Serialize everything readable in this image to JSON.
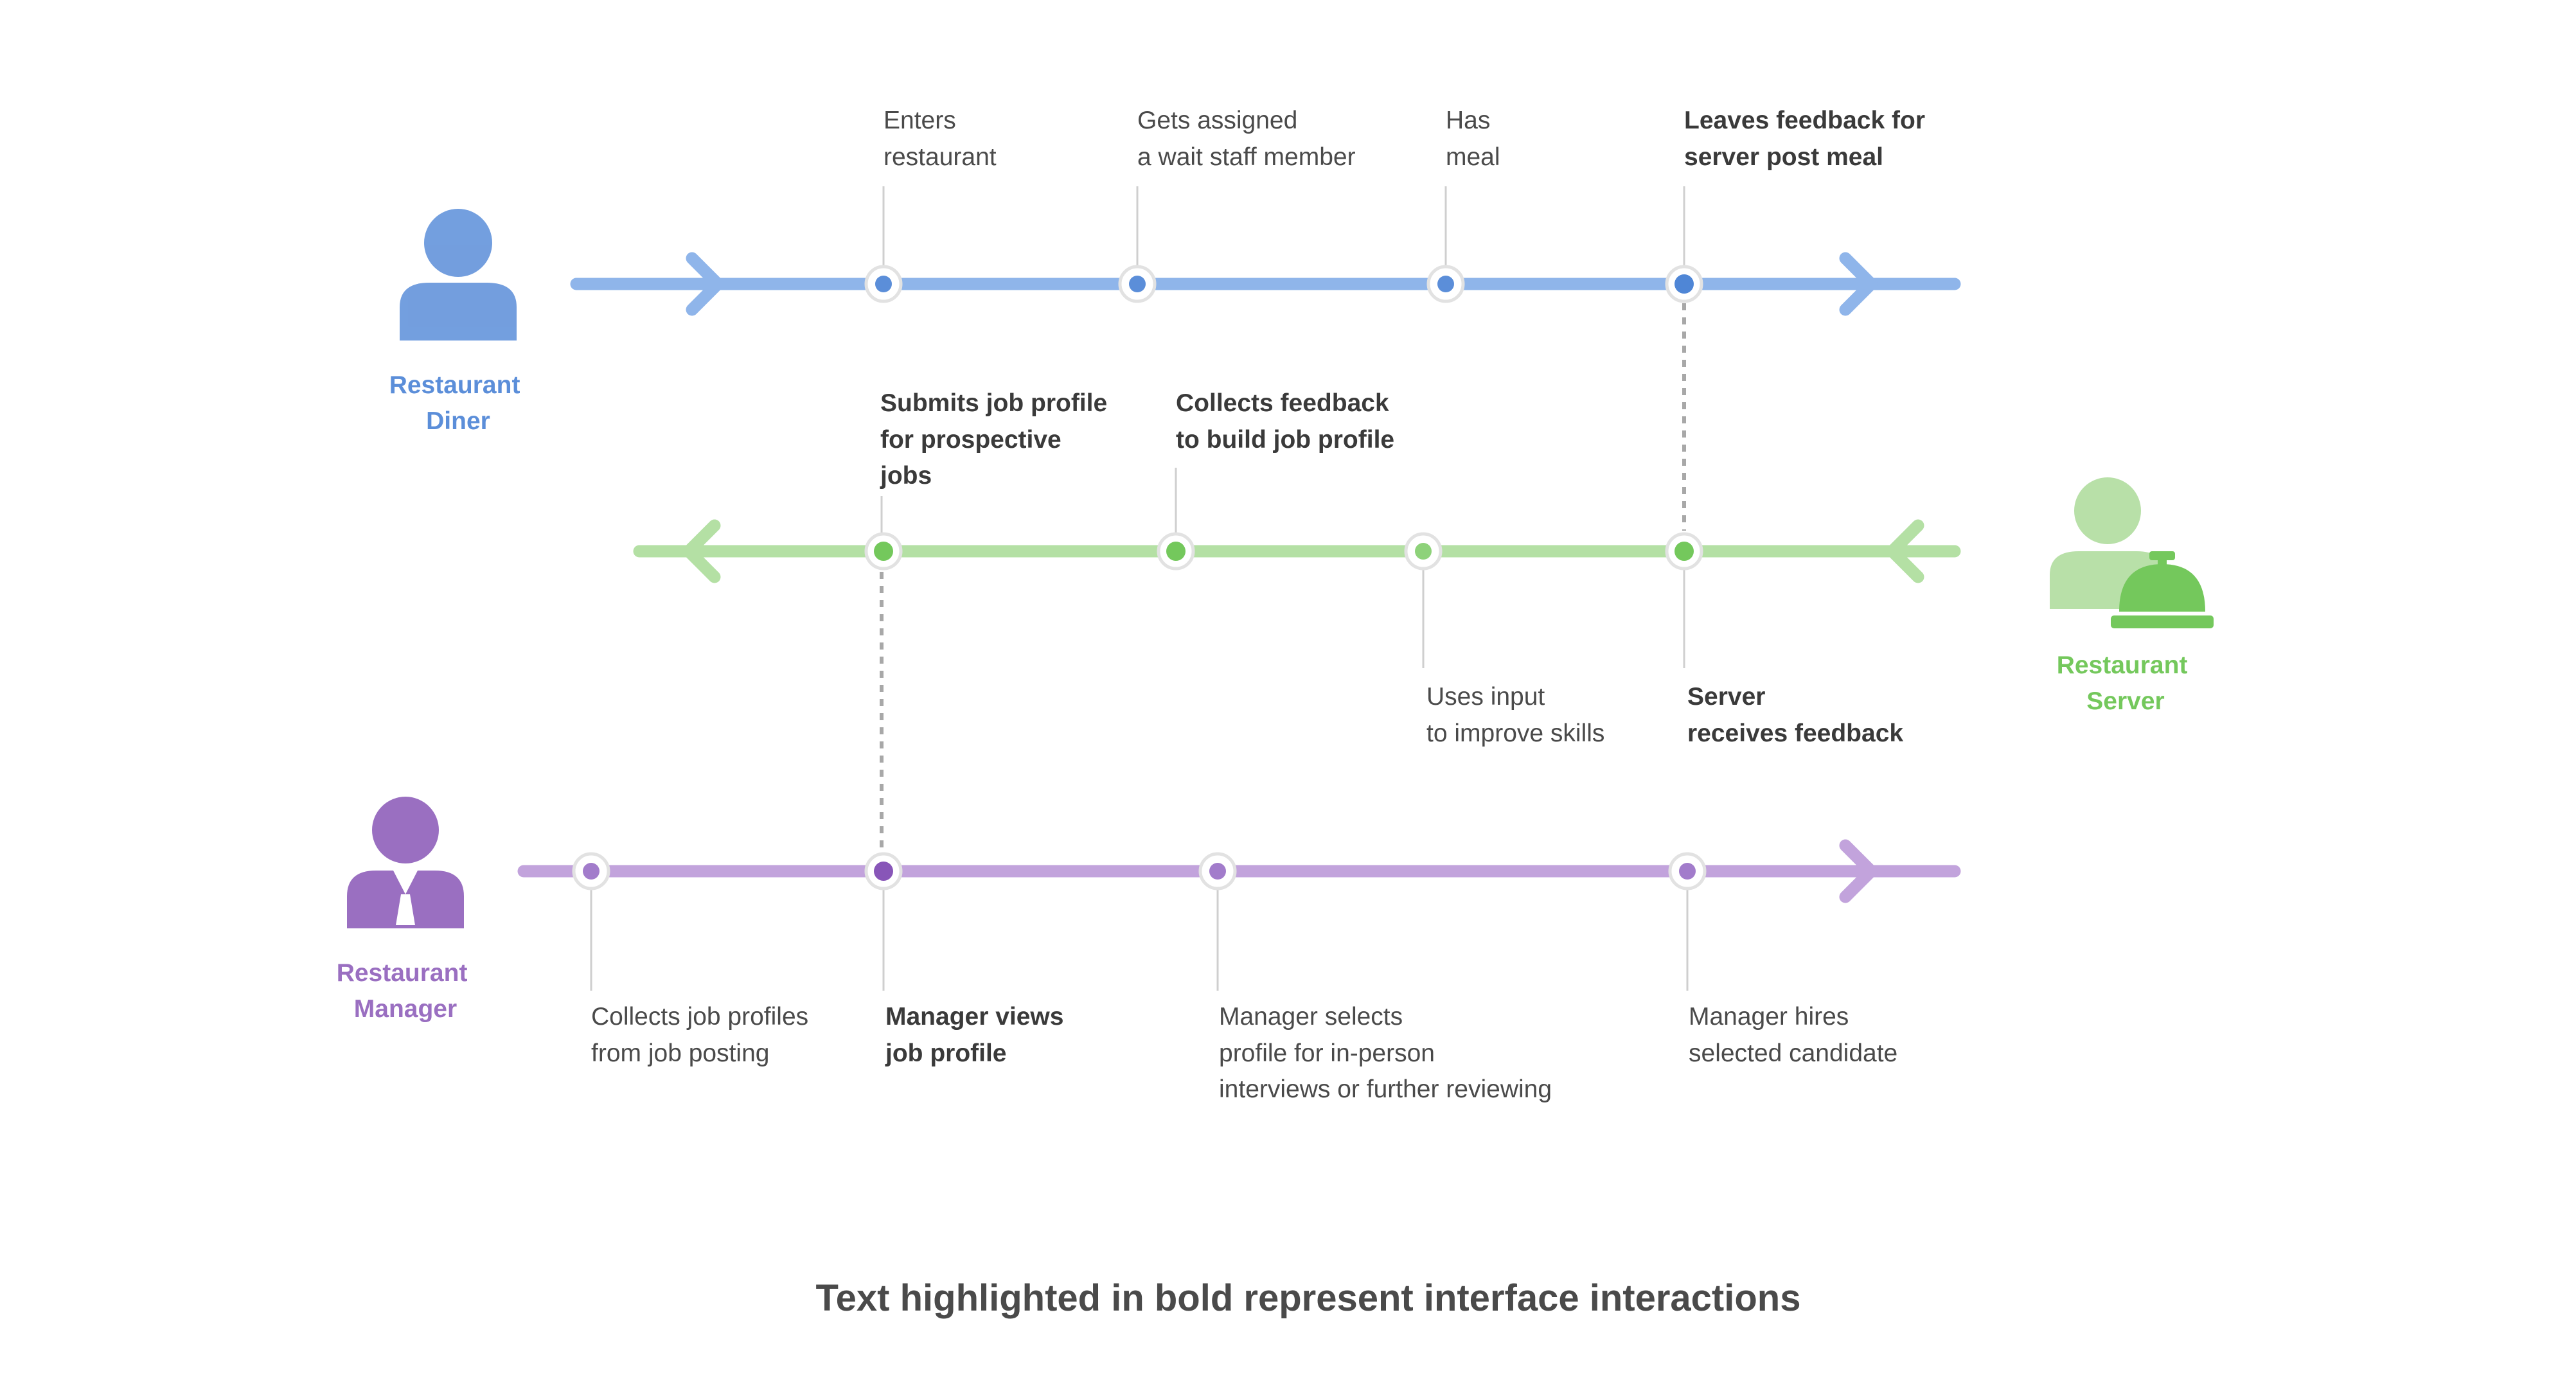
{
  "colors": {
    "diner": "#5b8ed9",
    "diner_line": "#8fb5ea",
    "server": "#74c85c",
    "server_line": "#b4e0a4",
    "server_figure": "#b8e0a8",
    "manager": "#9a6fc1",
    "manager_line": "#c2a3dc",
    "text": "#4a4a4a",
    "connector": "#b0b0b0"
  },
  "actors": {
    "diner": {
      "name_line1": "Restaurant",
      "name_line2": "Diner",
      "icon": "person-icon"
    },
    "server": {
      "name_line1": "Restaurant",
      "name_line2": "Server",
      "icon": "person-with-service-bell-icon"
    },
    "manager": {
      "name_line1": "Restaurant",
      "name_line2": "Manager",
      "icon": "person-with-tie-icon"
    }
  },
  "diner_events": [
    {
      "lines": [
        "Enters",
        "restaurant"
      ],
      "bold": false
    },
    {
      "lines": [
        "Gets assigned",
        "a wait staff member"
      ],
      "bold": false
    },
    {
      "lines": [
        "Has",
        "meal"
      ],
      "bold": false
    },
    {
      "lines": [
        "Leaves feedback for",
        "server post meal"
      ],
      "bold": true
    }
  ],
  "server_events": [
    {
      "lines": [
        "Submits job profile",
        "for prospective",
        "jobs"
      ],
      "bold": true
    },
    {
      "lines": [
        "Collects feedback",
        "to build job profile"
      ],
      "bold": true
    },
    {
      "lines": [
        "Uses input",
        "to improve skills"
      ],
      "bold": false
    },
    {
      "lines": [
        "Server",
        "receives feedback"
      ],
      "bold": true
    }
  ],
  "manager_events": [
    {
      "lines": [
        "Collects job profiles",
        "from job posting"
      ],
      "bold": false
    },
    {
      "lines": [
        "Manager views",
        "job profile"
      ],
      "bold": true
    },
    {
      "lines": [
        "Manager selects",
        "profile for in-person",
        "interviews or further reviewing"
      ],
      "bold": false
    },
    {
      "lines": [
        "Manager hires",
        "selected candidate"
      ],
      "bold": false
    }
  ],
  "footer": "Text highlighted in bold represent interface interactions"
}
